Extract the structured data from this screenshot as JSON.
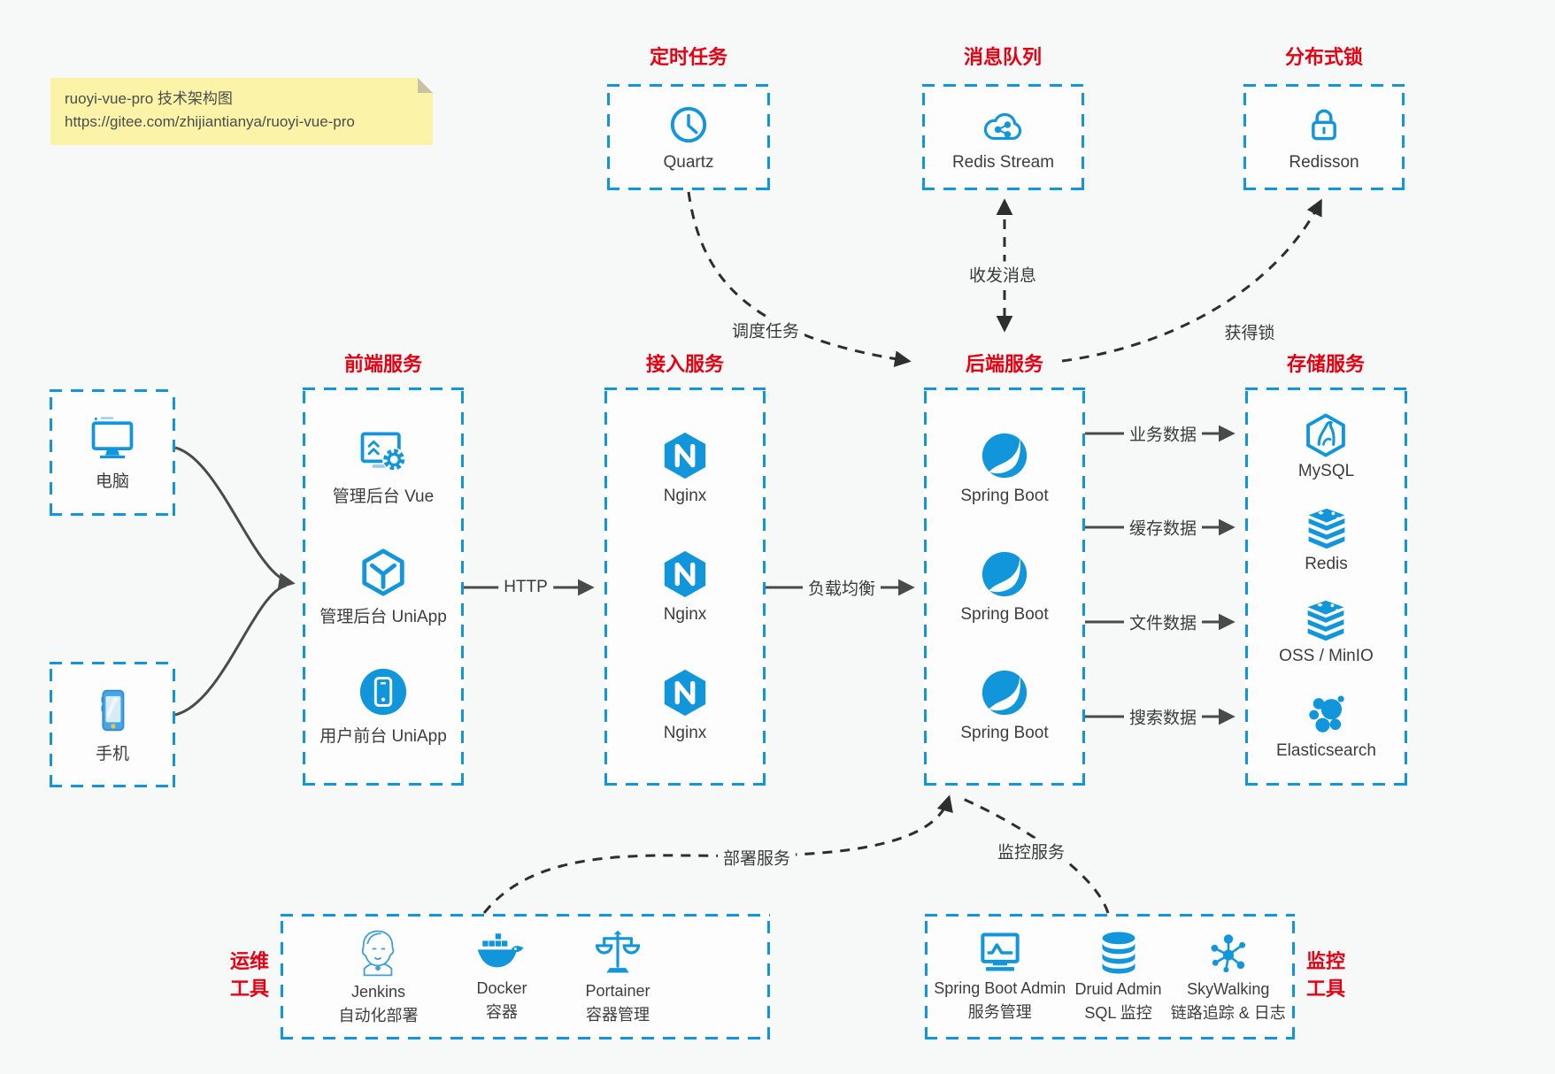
{
  "colors": {
    "accent": "#1296db",
    "title_red": "#e60012",
    "arrow_gray": "#4a4a4a",
    "arrow_dark": "#2e2e2e",
    "note_bg": "#fbf3a7"
  },
  "note": {
    "line1": "ruoyi-vue-pro 技术架构图",
    "line2": "https://gitee.com/zhijiantianya/ruoyi-vue-pro"
  },
  "top_groups": [
    {
      "title": "定时任务",
      "icon": "clock-icon",
      "label": "Quartz"
    },
    {
      "title": "消息队列",
      "icon": "cloud-stream-icon",
      "label": "Redis Stream"
    },
    {
      "title": "分布式锁",
      "icon": "lock-icon",
      "label": "Redisson"
    }
  ],
  "clients": [
    {
      "icon": "desktop-icon",
      "label": "电脑"
    },
    {
      "icon": "smartphone-icon",
      "label": "手机"
    }
  ],
  "columns": [
    {
      "title": "前端服务",
      "items": [
        {
          "icon": "admin-vue-icon",
          "label": "管理后台 Vue"
        },
        {
          "icon": "uniapp-cube-icon",
          "label": "管理后台 UniApp"
        },
        {
          "icon": "user-app-icon",
          "label": "用户前台 UniApp"
        }
      ]
    },
    {
      "title": "接入服务",
      "items": [
        {
          "icon": "nginx-icon",
          "label": "Nginx"
        },
        {
          "icon": "nginx-icon",
          "label": "Nginx"
        },
        {
          "icon": "nginx-icon",
          "label": "Nginx"
        }
      ]
    },
    {
      "title": "后端服务",
      "items": [
        {
          "icon": "spring-icon",
          "label": "Spring Boot"
        },
        {
          "icon": "spring-icon",
          "label": "Spring Boot"
        },
        {
          "icon": "spring-icon",
          "label": "Spring Boot"
        }
      ]
    },
    {
      "title": "存储服务",
      "items": [
        {
          "icon": "mysql-icon",
          "label": "MySQL"
        },
        {
          "icon": "redis-icon",
          "label": "Redis"
        },
        {
          "icon": "oss-icon",
          "label": "OSS / MinIO"
        },
        {
          "icon": "elasticsearch-icon",
          "label": "Elasticsearch"
        }
      ]
    }
  ],
  "edges": {
    "http": "HTTP",
    "load_balance": "负载均衡",
    "business_data": "业务数据",
    "cache_data": "缓存数据",
    "file_data": "文件数据",
    "search_data": "搜索数据",
    "schedule_task": "调度任务",
    "send_receive_message": "收发消息",
    "acquire_lock": "获得锁",
    "deploy_service": "部署服务",
    "monitor_service": "监控服务"
  },
  "ops_tools": {
    "side_title": [
      "运维",
      "工具"
    ],
    "items": [
      {
        "icon": "jenkins-icon",
        "label": "Jenkins",
        "sublabel": "自动化部署"
      },
      {
        "icon": "docker-icon",
        "label": "Docker",
        "sublabel": "容器"
      },
      {
        "icon": "portainer-icon",
        "label": "Portainer",
        "sublabel": "容器管理"
      }
    ]
  },
  "monitor_tools": {
    "side_title": [
      "监控",
      "工具"
    ],
    "items": [
      {
        "icon": "spring-boot-admin-icon",
        "label": "Spring Boot Admin",
        "sublabel": "服务管理"
      },
      {
        "icon": "druid-icon",
        "label": "Druid Admin",
        "sublabel": "SQL 监控"
      },
      {
        "icon": "skywalking-icon",
        "label": "SkyWalking",
        "sublabel": "链路追踪 & 日志"
      }
    ]
  }
}
